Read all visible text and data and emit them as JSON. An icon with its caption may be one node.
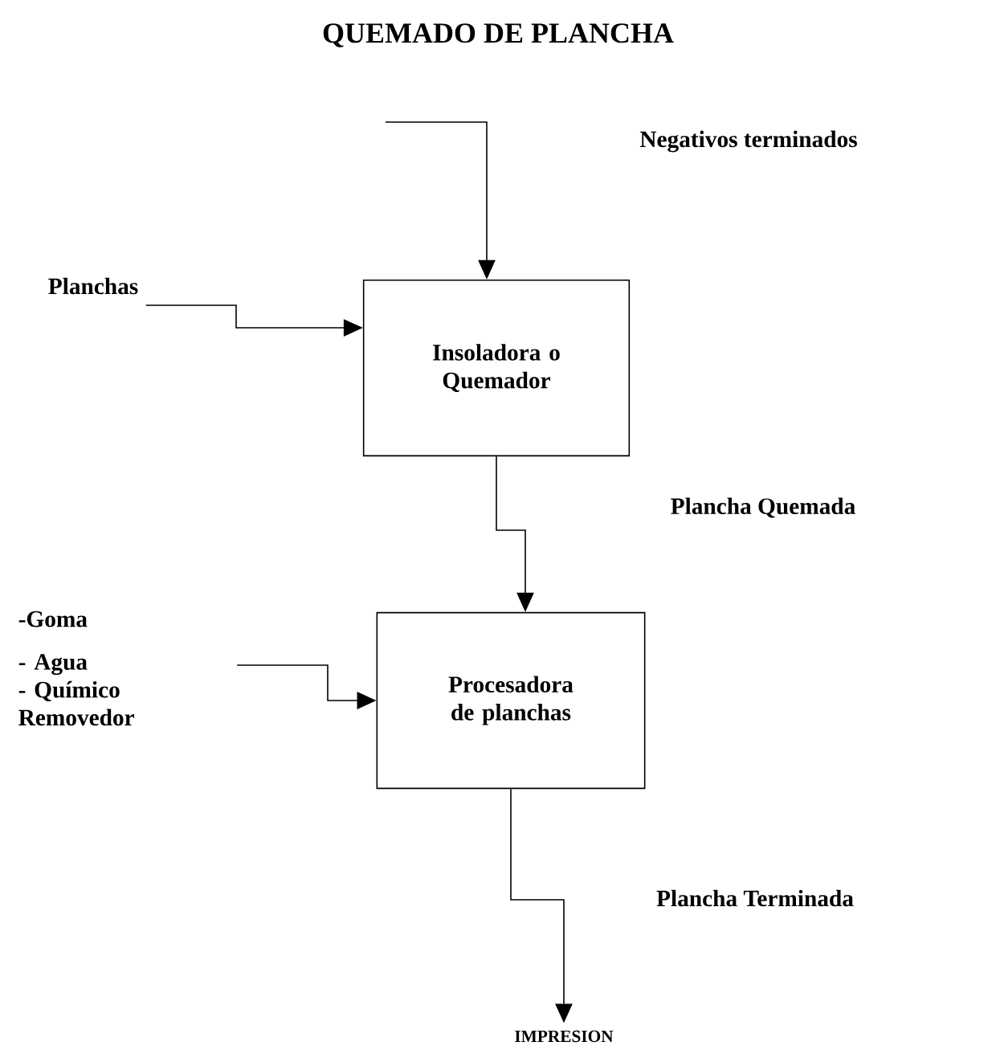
{
  "diagram": {
    "title": "QUEMADO DE PLANCHA",
    "nodes": [
      {
        "text": [
          "Insoladora o Quemador"
        ]
      },
      {
        "text": [
          "Procesadora de planchas"
        ]
      },
      {
        "text": [
          "Planchas"
        ]
      },
      {
        "text": [
          "-Goma",
          "- Agua",
          "- Químico Removedor"
        ]
      },
      {
        "text": [
          "IMPRESION"
        ]
      }
    ],
    "edges": [
      {
        "from": null,
        "to": 0,
        "arrow": "to"
      },
      {
        "from": 2,
        "to": 0,
        "arrow": "to"
      },
      {
        "from": 3,
        "to": 1,
        "arrow": "to"
      },
      {
        "from": 0,
        "to": 1,
        "arrow": "to"
      },
      {
        "from": 1,
        "to": 4,
        "arrow": "to",
        "label": "Plancha Terminada"
      }
    ],
    "labels": [
      "Negativos terminados",
      "Plancha Quemada"
    ]
  }
}
